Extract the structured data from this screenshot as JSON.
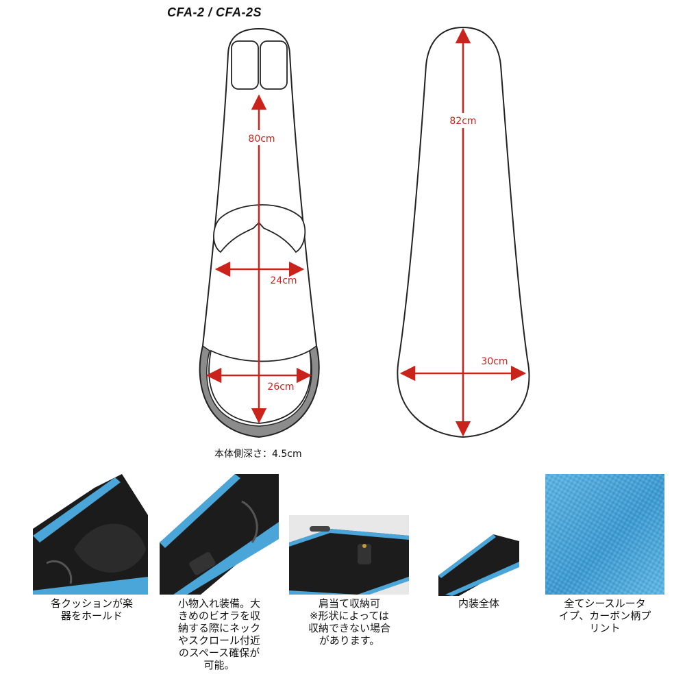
{
  "model": "CFA-2 / CFA-2S",
  "measurements": {
    "inner_length": "80cm",
    "inner_upper_width": "24cm",
    "inner_lower_width": "26cm",
    "outer_length": "82cm",
    "outer_width": "30cm"
  },
  "depth_note": "本体側深さ：4.5cm",
  "colors": {
    "arrow": "#c9231b",
    "case_blue": "#4aa6d8",
    "shell_gray": "#8c8c8c"
  },
  "photos": [
    {
      "caption": "各クッションが楽\n器をホールド"
    },
    {
      "caption": "小物入れ装備。大\nきめのビオラを収\n納する際にネック\nやスクロール付近\nのスペース確保が\n可能。"
    },
    {
      "caption": "肩当て収納可\n※形状によっては\n収納できない場合\nがあります。"
    },
    {
      "caption": "内装全体"
    },
    {
      "caption": "全てシースルータ\nイプ、カーボン柄プ\nリント"
    }
  ]
}
